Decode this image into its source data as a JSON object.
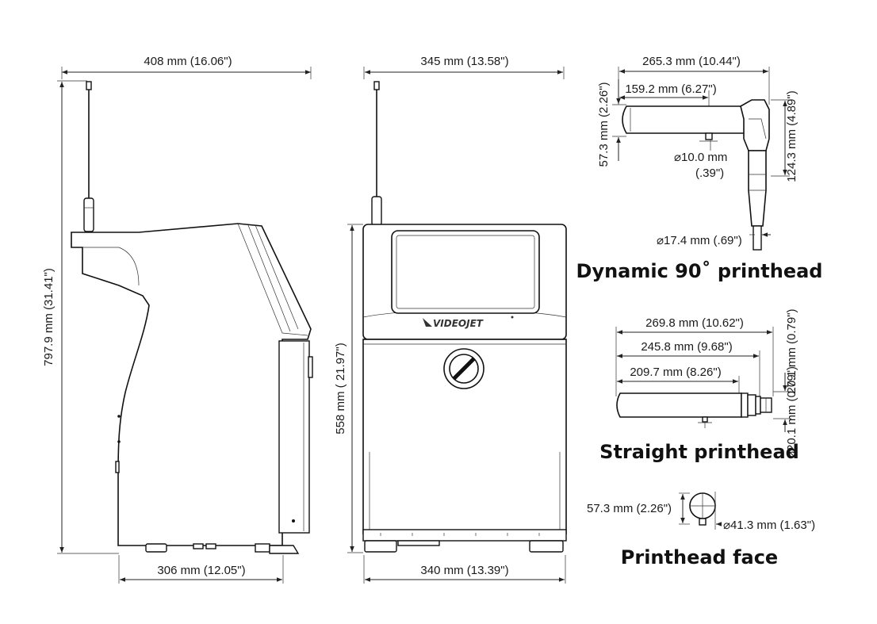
{
  "side_view": {
    "width_top": "408 mm (16.06\")",
    "width_base": "306 mm (12.05\")",
    "height_total": "797.9 mm (31.41\")"
  },
  "front_view": {
    "width_top": "345 mm (13.58\")",
    "width_base": "340 mm (13.39\")",
    "height_cabinet": "558 mm ( 21.97\")",
    "brand_logo": "VIDEOJET"
  },
  "dynamic_printhead": {
    "title": "Dynamic 90˚ printhead",
    "length_total": "265.3 mm (10.44\")",
    "length_nozzle": "159.2 mm (6.27\")",
    "height_body": "57.3 mm (2.26\")",
    "height_total": "124.3 mm (4.89\")",
    "nozzle_diameter_line1": "⌀10.0 mm",
    "nozzle_diameter_line2": "(.39\")",
    "conduit_diameter": "⌀17.4 mm (.69\")"
  },
  "straight_printhead": {
    "title": "Straight printhead",
    "length_total": "269.8 mm (10.62\")",
    "length_mid": "245.8 mm (9.68\")",
    "length_body": "209.7 mm (8.26\")",
    "height_total": "20.1 mm (0.79\")",
    "diameter_label": "⌀20.1 mm (0.79\")"
  },
  "printhead_face": {
    "title": "Printhead face",
    "height": "57.3 mm (2.26\")",
    "diameter": "⌀41.3 mm (1.63\")"
  }
}
